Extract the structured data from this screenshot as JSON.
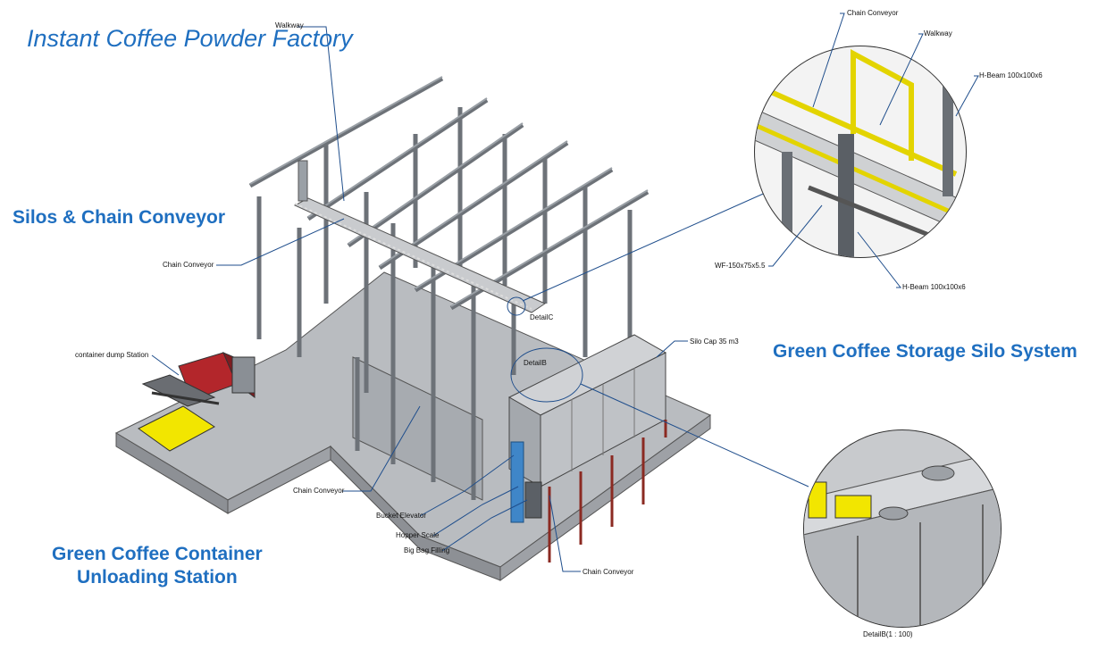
{
  "titles": {
    "main": "Instant Coffee Powder Factory",
    "silos_conveyor": "Silos & Chain Conveyor",
    "storage_silo": "Green Coffee Storage Silo System",
    "unloading_line1": "Green Coffee Container",
    "unloading_line2": "Unloading  Station"
  },
  "labels": {
    "walkway_main": "Walkway",
    "chain_conveyor_top": "Chain Conveyor",
    "chain_conveyor_mid": "Chain Conveyor",
    "chain_conveyor_bottom": "Chain Conveyor",
    "container_dump": "container dump Station",
    "detail_c": "DetailC",
    "detail_b": "DetailB",
    "silo_cap": "Silo Cap 35 m3",
    "bucket_elevator": "Bucket Elevator",
    "hopper_scale": "Hopper Scale",
    "big_bag_filling": "Big Bag Filling",
    "chain_conveyor_detail": "Chain Conveyor",
    "walkway_detail": "Walkway",
    "h_beam_top": "H-Beam 100x100x6",
    "wf_beam": "WF-150x75x5.5",
    "h_beam_bottom": "H-Beam 100x100x6",
    "detail_b_scale": "DetailB(1 : 100)"
  },
  "colors": {
    "title_blue": "#1f6fc0",
    "steel_grey": "#8a8f95",
    "floor_grey": "#b9bcc0",
    "safety_yellow": "#f2e600",
    "container_red": "#b3262b",
    "support_red": "#8b2a22",
    "elevator_blue": "#3f86c8"
  }
}
